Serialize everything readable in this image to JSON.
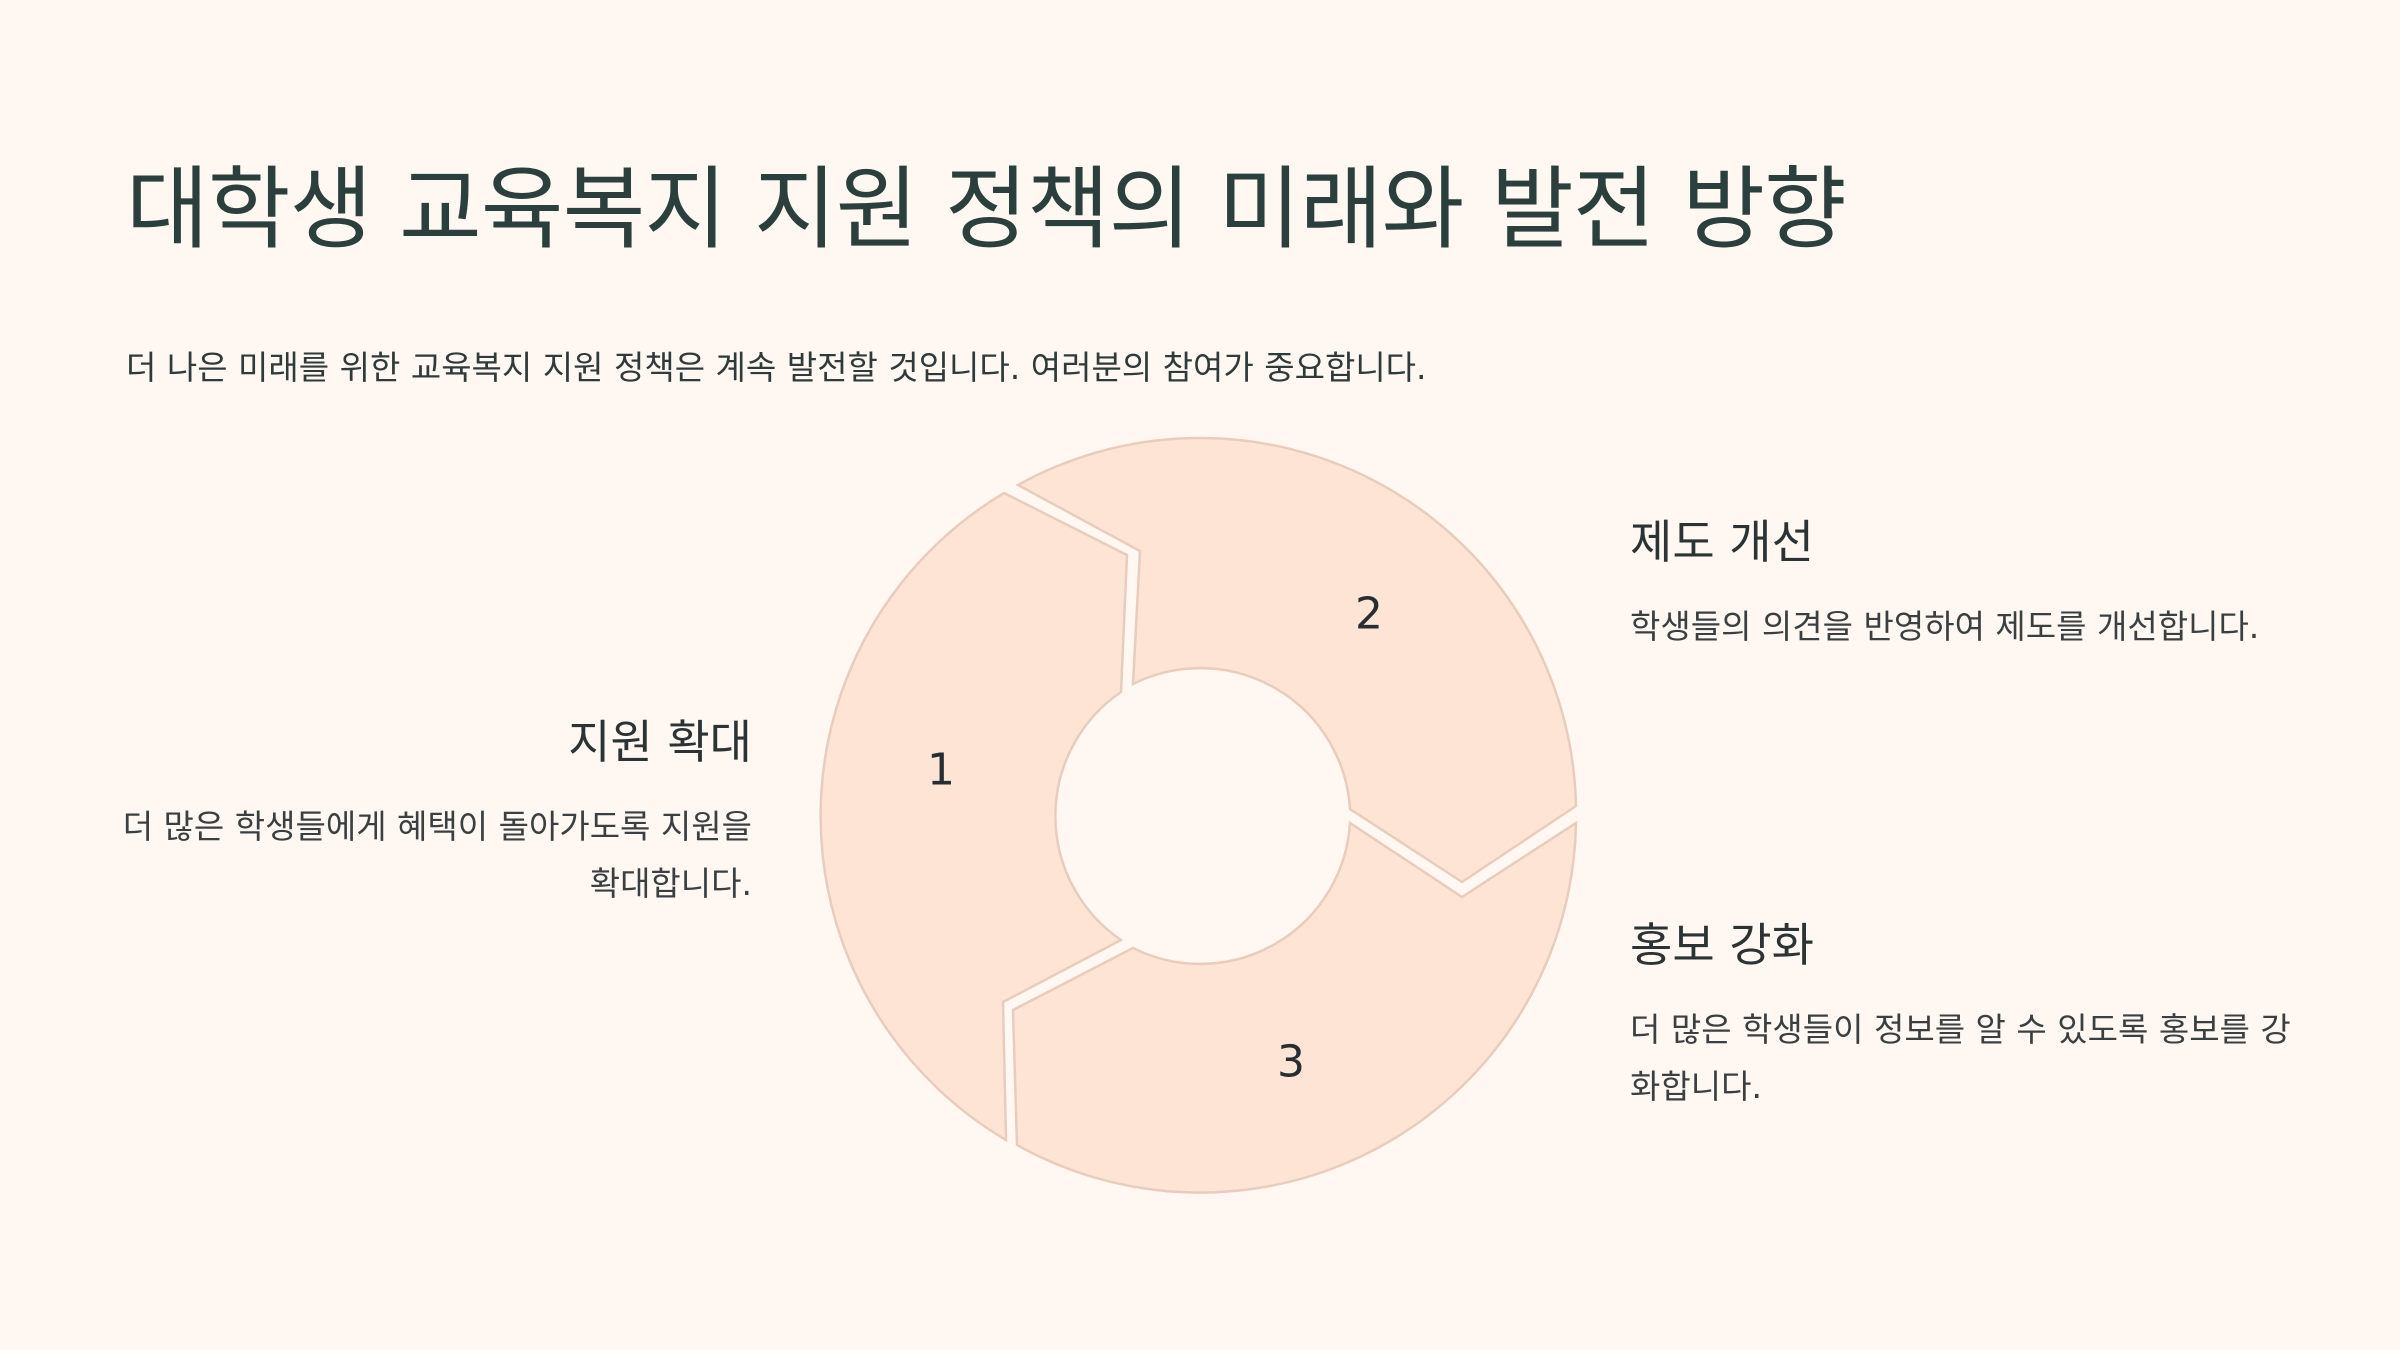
{
  "title": "대학생 교육복지 지원 정책의 미래와 발전 방향",
  "subtitle": "더 나은 미래를 위한 교육복지 지원 정책은 계속 발전할 것입니다. 여러분의 참여가 중요합니다.",
  "colors": {
    "background": "#fff7f1",
    "segment_fill": "#fde4d4",
    "segment_stroke": "#e8cdbd",
    "text": "#2b3f3d"
  },
  "cycle": {
    "segments": [
      {
        "number": "1",
        "heading": "지원 확대",
        "description": "더 많은 학생들에게 혜택이 돌아가도록 지원을 확대합니다."
      },
      {
        "number": "2",
        "heading": "제도 개선",
        "description": "학생들의 의견을 반영하여 제도를 개선합니다."
      },
      {
        "number": "3",
        "heading": "홍보 강화",
        "description": "더 많은 학생들이 정보를 알 수 있도록 홍보를 강화합니다."
      }
    ]
  }
}
